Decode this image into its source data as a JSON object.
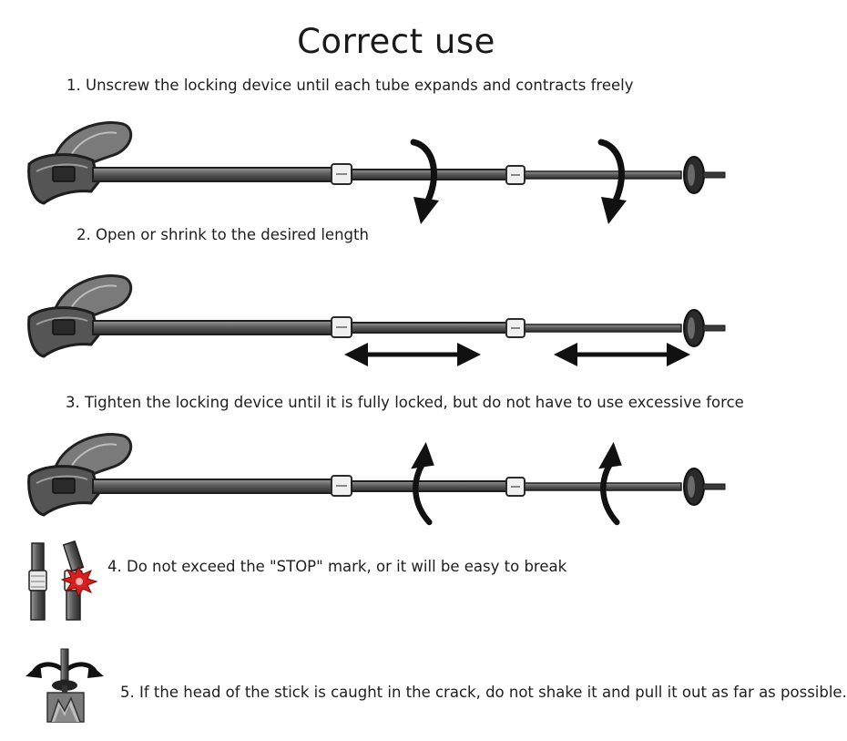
{
  "title": "Correct use",
  "steps": [
    {
      "text": "1. Unscrew the locking device until each tube expands and contracts freely"
    },
    {
      "text": "2. Open or shrink to the desired length"
    },
    {
      "text": "3. Tighten the locking device until it is fully locked, but do not have to use excessive force"
    },
    {
      "text": "4. Do not exceed the \"STOP\" mark, or it will be easy to break"
    },
    {
      "text": "5. If the head of the stick is caught in the crack, do not shake it and pull it out as far as possible."
    }
  ],
  "illustrations": [
    {
      "icon": "trekking-pole-unscrew-icon"
    },
    {
      "icon": "trekking-pole-adjust-length-icon"
    },
    {
      "icon": "trekking-pole-tighten-icon"
    },
    {
      "icon": "stop-mark-break-icon"
    },
    {
      "icon": "stuck-tip-pull-out-icon"
    }
  ],
  "colors": {
    "text": "#1e1e1e",
    "pole": "#6e6e6e",
    "arrow": "#111111",
    "warning": "#d62020"
  }
}
